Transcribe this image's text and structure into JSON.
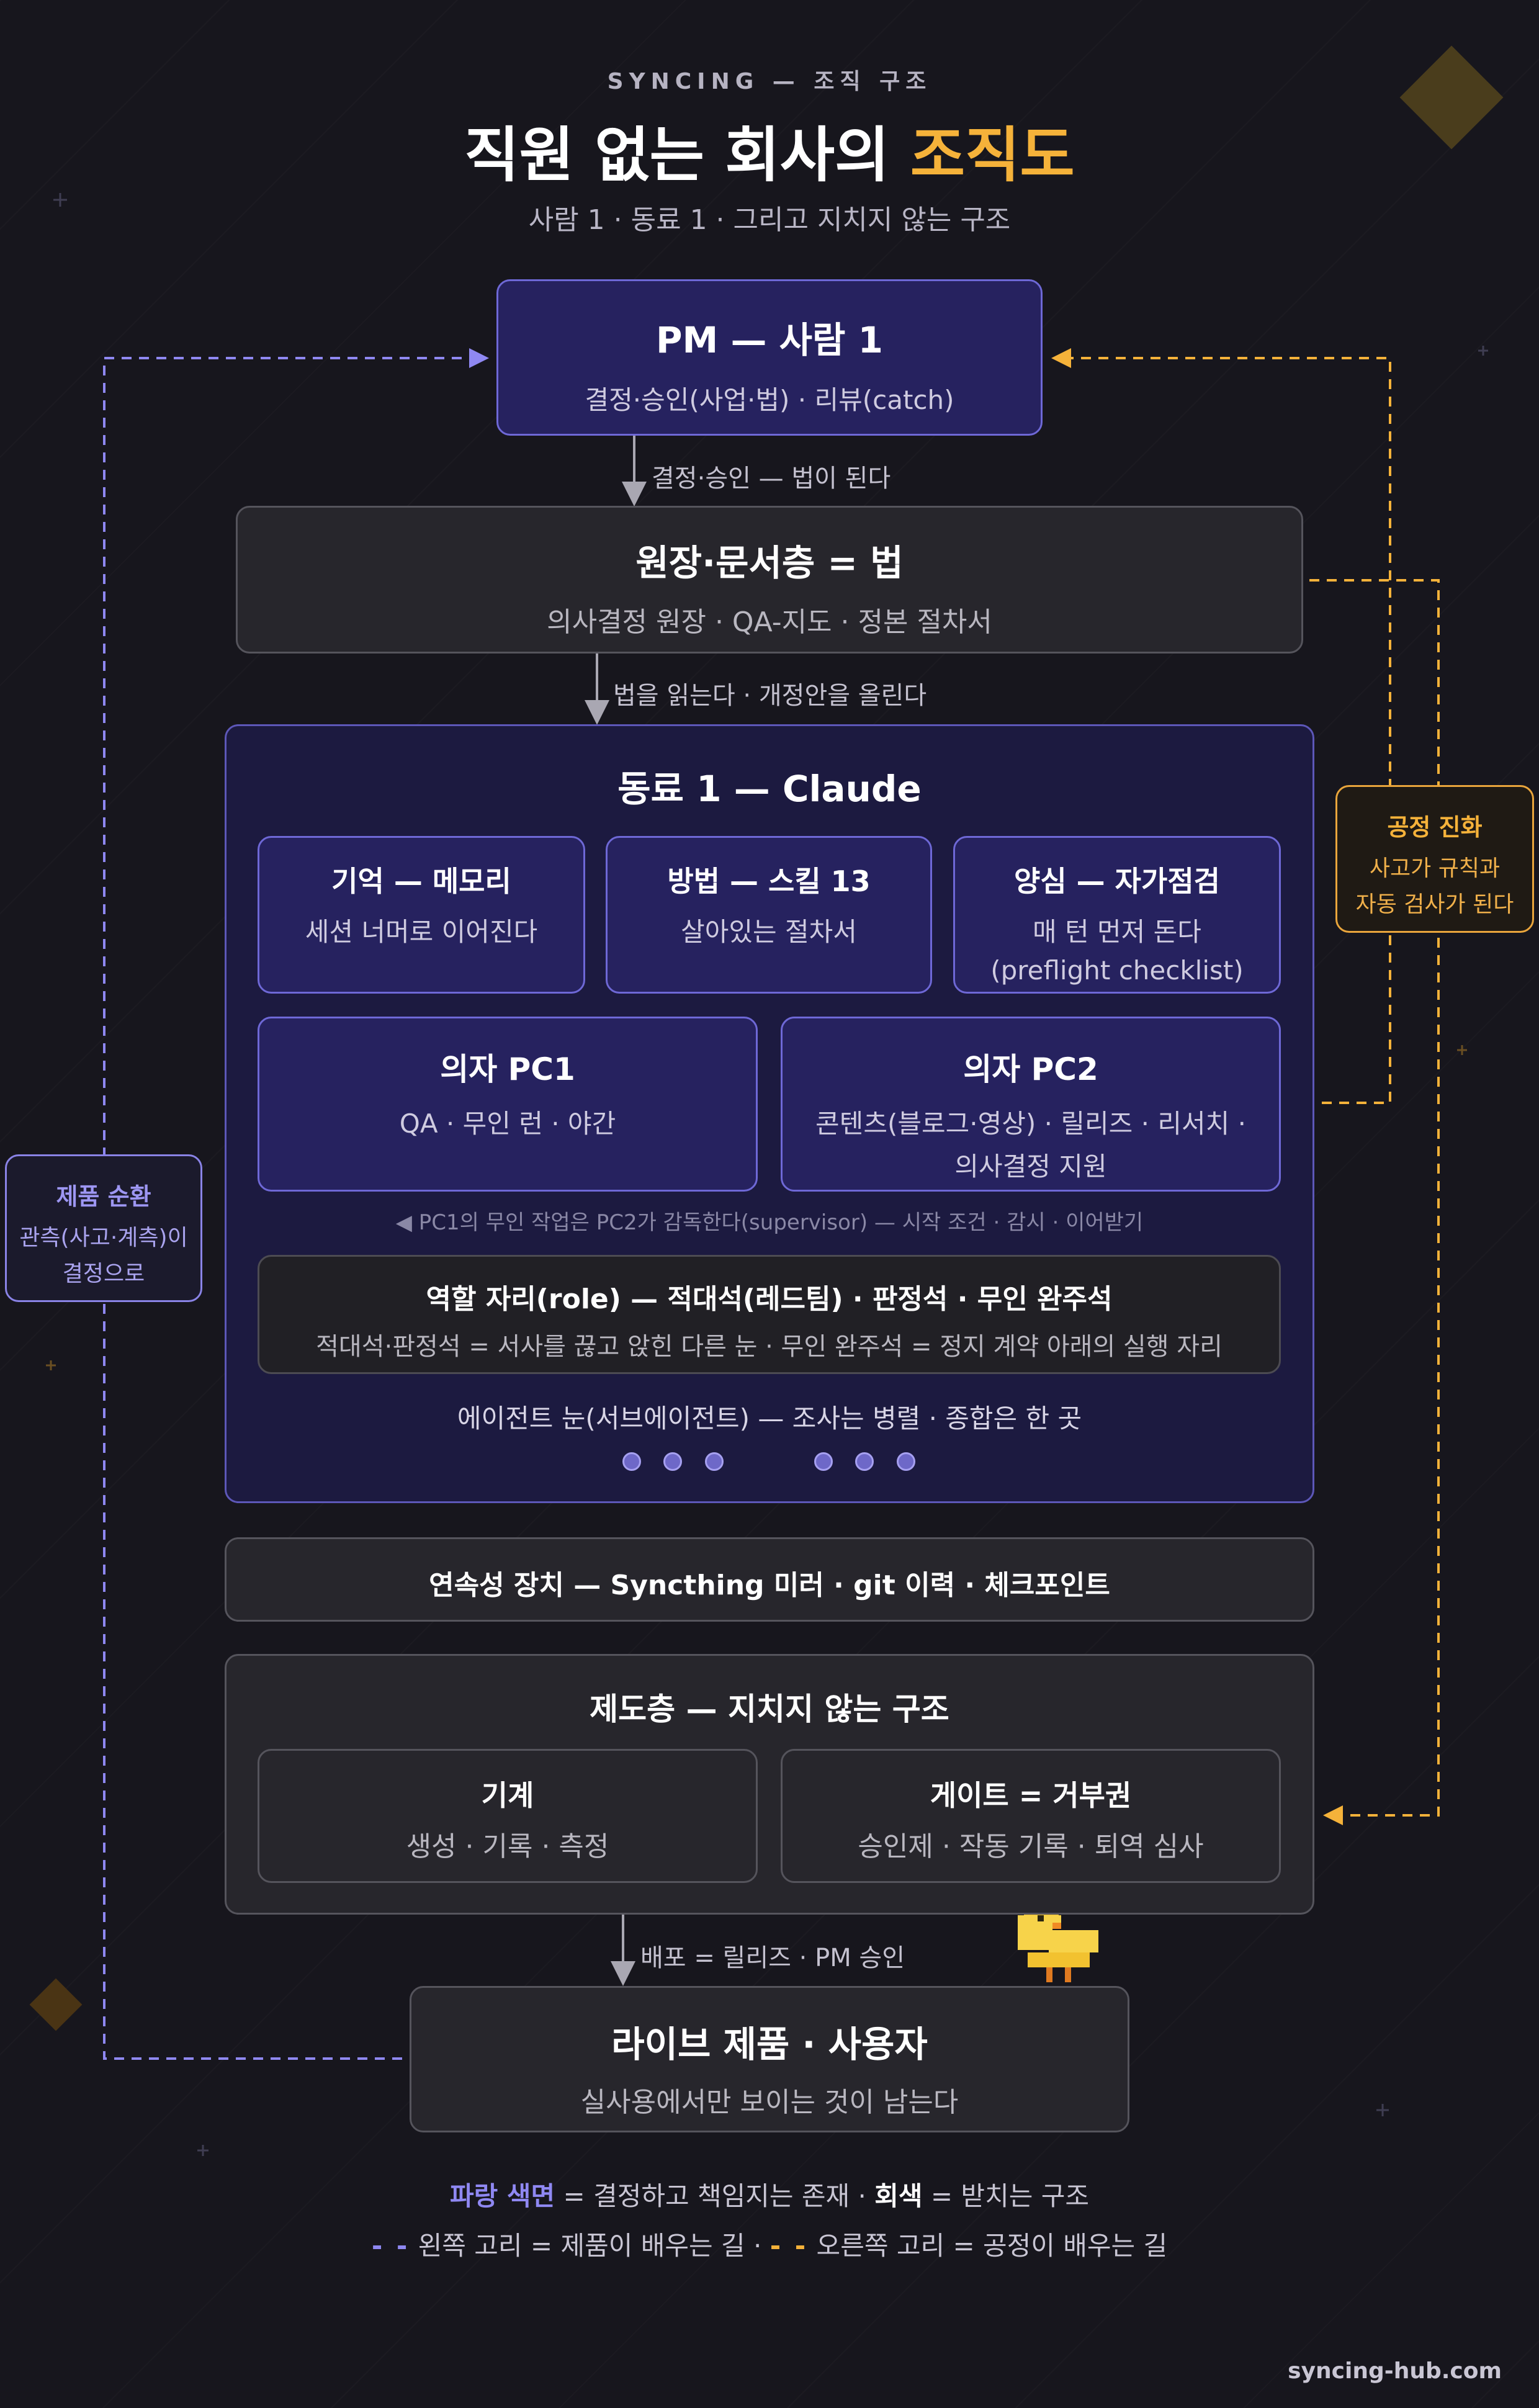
{
  "header": {
    "kicker": "SYNCING — 조직 구조",
    "title_main": "직원 없는 회사의 ",
    "title_accent": "조직도",
    "subtitle": "사람 1 · 동료 1 · 그리고 지치지 않는 구조"
  },
  "pm": {
    "title": "PM — 사람 1",
    "sub": "결정·승인(사업·법) · 리뷰(catch)"
  },
  "edges": {
    "pm_to_law": "결정·승인 — 법이 된다",
    "law_to_claude": "법을 읽는다 · 개정안을 올린다",
    "deploy": "배포 = 릴리즈 · PM 승인"
  },
  "law": {
    "title": "원장·문서층 = 법",
    "sub": "의사결정 원장 · QA-지도 · 정본 절차서"
  },
  "claude": {
    "title": "동료 1 — Claude",
    "cards": [
      {
        "title": "기억 — 메모리",
        "sub": "세션 너머로 이어진다"
      },
      {
        "title": "방법 — 스킬 13",
        "sub": "살아있는 절차서"
      },
      {
        "title": "양심 — 자가점검",
        "sub": "매 턴 먼저 돈다",
        "sub2": "(preflight checklist)"
      }
    ],
    "pc1": {
      "title": "의자 PC1",
      "sub": "QA · 무인 런 · 야간"
    },
    "pc2": {
      "title": "의자 PC2",
      "sub": "콘텐츠(블로그·영상) · 릴리즈 · 리서치 ·",
      "sub2": "의사결정 지원"
    },
    "supervisor_note": "◀ PC1의 무인 작업은 PC2가 감독한다(supervisor) — 시작 조건 · 감시 · 이어받기",
    "role": {
      "title": "역할 자리(role) — 적대석(레드팀) · 판정석 · 무인 완주석",
      "sub": "적대석·판정석 = 서사를 끊고 앉힌 다른 눈 · 무인 완주석 = 정지 계약 아래의 실행 자리"
    },
    "agent_eyes": "에이전트 눈(서브에이전트) — 조사는 병렬 · 종합은 한 곳"
  },
  "continuity": {
    "title": "연속성 장치 — Syncthing 미러 · git 이력 · 체크포인트"
  },
  "institution": {
    "title": "제도층 — 지치지 않는 구조",
    "machine": {
      "title": "기계",
      "sub": "생성 · 기록 · 측정"
    },
    "gate": {
      "title": "게이트 = 거부권",
      "sub": "승인제 · 작동 기록 · 퇴역 심사"
    }
  },
  "live": {
    "title": "라이브 제품 · 사용자",
    "sub": "실사용에서만 보이는 것이 남는다"
  },
  "side_left": {
    "title": "제품 순환",
    "line1": "관측(사고·계측)이",
    "line2": "결정으로"
  },
  "side_right": {
    "title": "공정 진화",
    "line1": "사고가 규칙과",
    "line2": "자동 검사가 된다"
  },
  "legend": {
    "blue_term": "파랑 색면",
    "blue_desc": " = 결정하고 책임지는 존재 · ",
    "gray_term": "회색",
    "gray_desc": " = 받치는 구조",
    "dash_blue": "- -",
    "left_desc": " 왼쪽 고리 = 제품이 배우는 길 · ",
    "dash_orange": "- -",
    "right_desc": " 오른쪽 고리 = 공정이 배우는 길"
  },
  "footer": "syncing-hub.com",
  "colors": {
    "accent_orange": "#f5b23a",
    "accent_blue": "#8f88f2",
    "background": "#17161d"
  }
}
